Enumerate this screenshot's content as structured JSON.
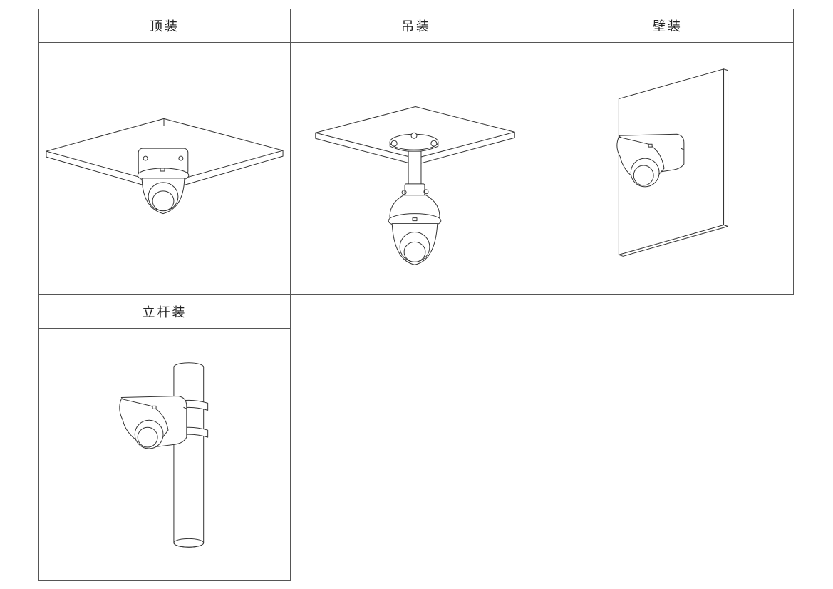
{
  "panels": [
    {
      "label": "顶装"
    },
    {
      "label": "吊装"
    },
    {
      "label": "壁装"
    },
    {
      "label": "立杆装"
    }
  ]
}
